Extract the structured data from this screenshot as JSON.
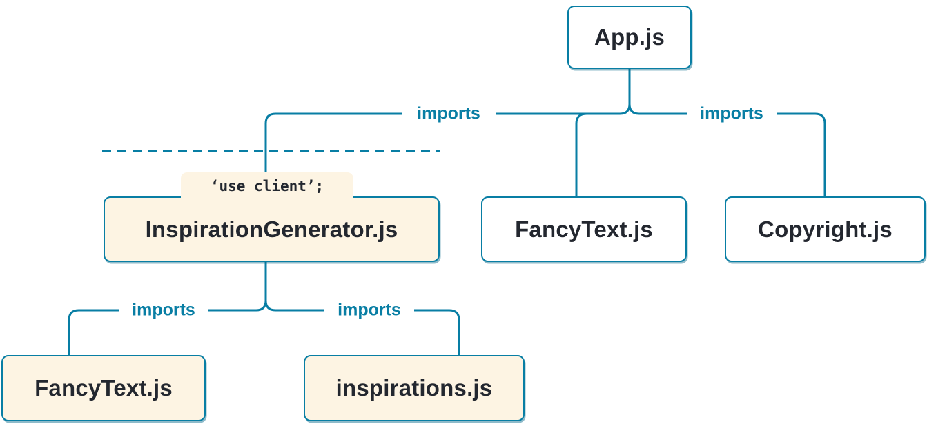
{
  "diagram": {
    "title": "React module import tree with client boundary",
    "nodes": {
      "app": {
        "label": "App.js",
        "kind": "server"
      },
      "inspiration_generator": {
        "label": "InspirationGenerator.js",
        "directive": "‘use client’;",
        "kind": "client"
      },
      "fancy_text_top": {
        "label": "FancyText.js",
        "kind": "server"
      },
      "copyright": {
        "label": "Copyright.js",
        "kind": "server"
      },
      "fancy_text_bottom": {
        "label": "FancyText.js",
        "kind": "client"
      },
      "inspirations": {
        "label": "inspirations.js",
        "kind": "client"
      }
    },
    "edge_labels": {
      "app_left": "imports",
      "app_right": "imports",
      "gen_left": "imports",
      "gen_right": "imports"
    },
    "colors": {
      "line": "#087ea4",
      "node_border": "#087ea4",
      "node_text": "#23272f",
      "client_fill": "#fdf4e3",
      "server_fill": "#ffffff",
      "edge_label_text": "#087ea4"
    }
  }
}
